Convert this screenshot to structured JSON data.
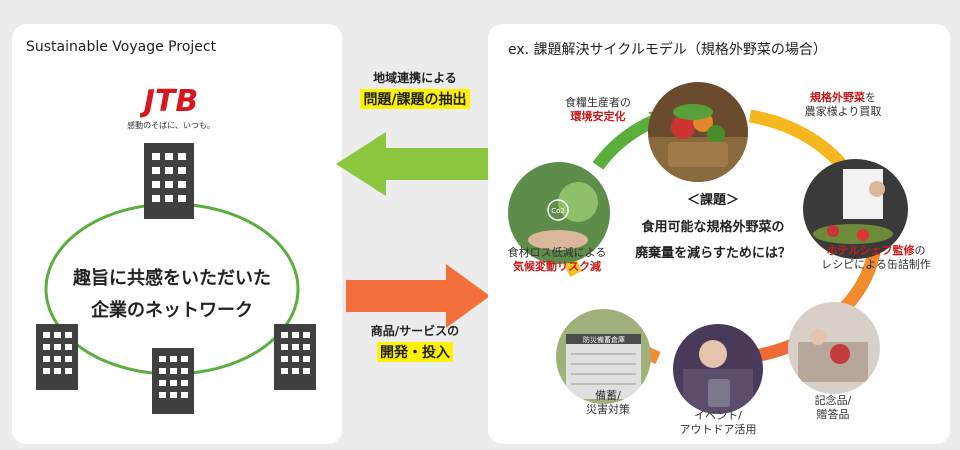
{
  "left": {
    "title": "Sustainable Voyage Project",
    "logo_text": "JTB",
    "tagline": "感動のそばに、いつも。",
    "network_line1": "趣旨に共感をいただいた",
    "network_line2": "企業のネットワーク"
  },
  "middle": {
    "top_label": "地域連携による",
    "top_highlight": "問題/課題の抽出",
    "bottom_label": "商品/サービスの",
    "bottom_highlight": "開発・投入"
  },
  "right": {
    "title": "ex. 課題解決サイクルモデル（規格外野菜の場合）",
    "center_heading": "＜課題＞",
    "center_line1": "食用可能な規格外野菜の",
    "center_line2": "廃棄量を減らすためには？",
    "steps": [
      {
        "line1": "規格外野菜",
        "line1_suffix": "を",
        "line2": "農家様より買取"
      },
      {
        "line1": "ホテルシェフ監修",
        "line1_suffix": "の",
        "line2": "レシピによる缶詰制作"
      },
      {
        "line1": "記念品/",
        "line2": "贈答品"
      },
      {
        "line1": "イベント/",
        "line2": "アウトドア活用"
      },
      {
        "line1": "備蓄/",
        "line2": "災害対策"
      },
      {
        "line1": "食材ロス低減による",
        "line2": "気候変動リスク減"
      },
      {
        "line1": "食糧生産者の",
        "line2": "環境安定化"
      }
    ],
    "warehouse_sign": "防災備蓄倉庫",
    "co2_label": "Co2"
  },
  "colors": {
    "green": "#5aae3c",
    "arrow_green": "#8cc63e",
    "arrow_orange": "#f26f3c",
    "red_text": "#cc1a1a",
    "highlight": "#fff200",
    "logo_red": "#d7161e"
  }
}
